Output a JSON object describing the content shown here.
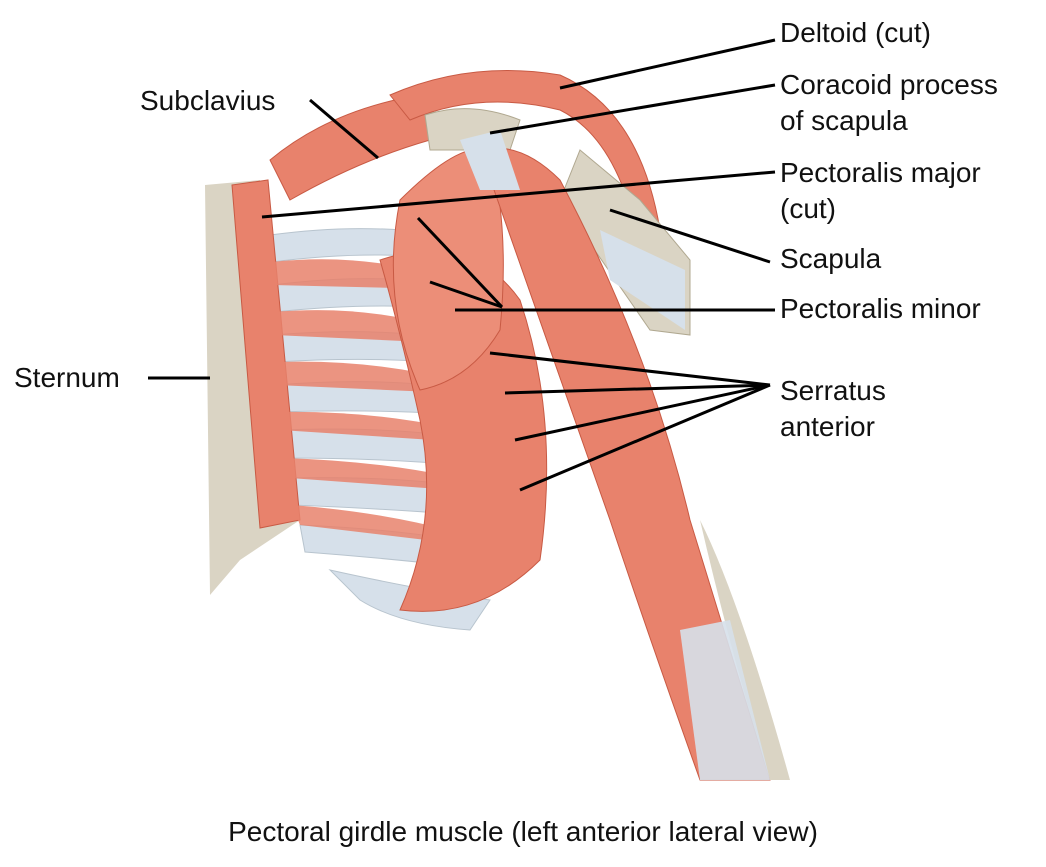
{
  "labels": {
    "deltoid": "Deltoid (cut)",
    "coracoid_line1": "Coracoid process",
    "coracoid_line2": "of scapula",
    "pec_major_line1": "Pectoralis major",
    "pec_major_line2": "(cut)",
    "scapula": "Scapula",
    "pec_minor": "Pectoralis minor",
    "serratus_line1": "Serratus",
    "serratus_line2": "anterior",
    "subclavius": "Subclavius",
    "sternum": "Sternum"
  },
  "caption": "Pectoral girdle muscle (left anterior lateral view)",
  "colors": {
    "muscle": "#E8826C",
    "muscle_dark": "#D4644E",
    "bone": "#DAD4C4",
    "tendon": "#D6E0EA",
    "line": "#000000"
  }
}
